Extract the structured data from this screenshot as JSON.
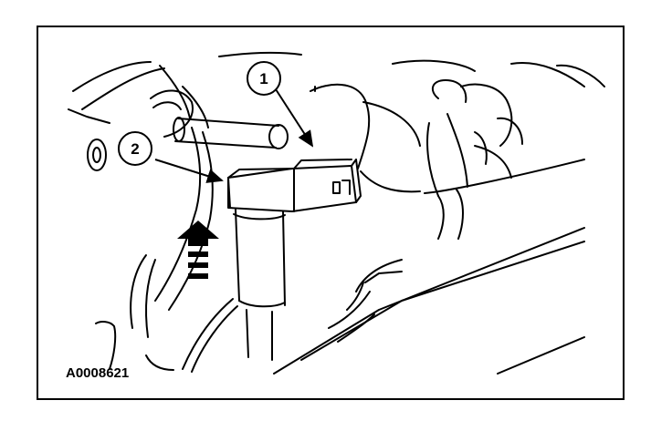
{
  "figure": {
    "id_label": "A0008621",
    "callouts": [
      {
        "number": "1"
      },
      {
        "number": "2"
      }
    ]
  },
  "colors": {
    "line": "#000000",
    "background": "#ffffff"
  }
}
